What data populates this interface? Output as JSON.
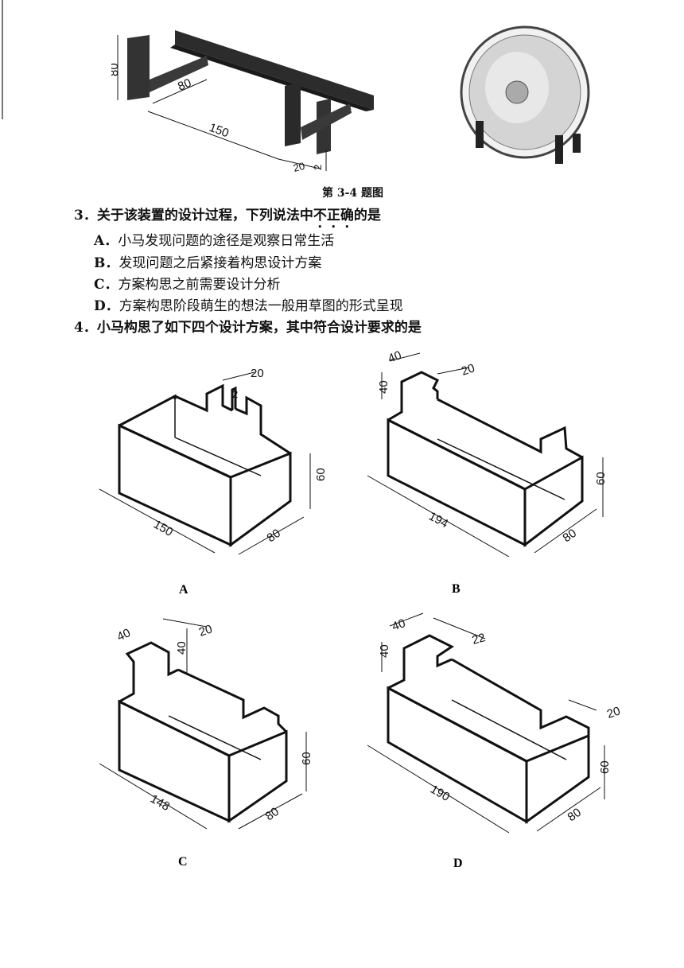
{
  "photo": {
    "dims": {
      "h80": "80",
      "w80": "80",
      "l150": "150",
      "t20": "20",
      "t2": "2"
    }
  },
  "caption": "第 3-4 题图",
  "q3": {
    "number": "3．",
    "text_pre": "关于该装置的设计过程，下列说法中",
    "text_emph": "不正确",
    "text_post": "的是",
    "options": [
      {
        "letter": "A．",
        "text": "小马发现问题的途径是观察日常生活"
      },
      {
        "letter": "B．",
        "text": "发现问题之后紧接着构思设计方案"
      },
      {
        "letter": "C．",
        "text": "方案构思之前需要设计分析"
      },
      {
        "letter": "D．",
        "text": "方案构思阶段萌生的想法一般用草图的形式呈现"
      }
    ]
  },
  "q4": {
    "number": "4．",
    "text": "小马构思了如下四个设计方案，其中符合设计要求的是"
  },
  "figures": {
    "A": {
      "label": "A",
      "length": "150",
      "depth": "80",
      "height": "60",
      "slot": "20",
      "slot2": "2"
    },
    "B": {
      "label": "B",
      "length": "194",
      "depth": "80",
      "height": "60",
      "tab_w": "40",
      "tab_h": "40",
      "slot": "20"
    },
    "C": {
      "label": "C",
      "length": "148",
      "depth": "80",
      "height": "60",
      "tab_w": "40",
      "tab_h": "40",
      "slot": "20"
    },
    "D": {
      "label": "D",
      "length": "190",
      "depth": "80",
      "height": "60",
      "tab_w": "40",
      "tab_h": "40",
      "slot": "22",
      "slot_r": "20"
    }
  }
}
